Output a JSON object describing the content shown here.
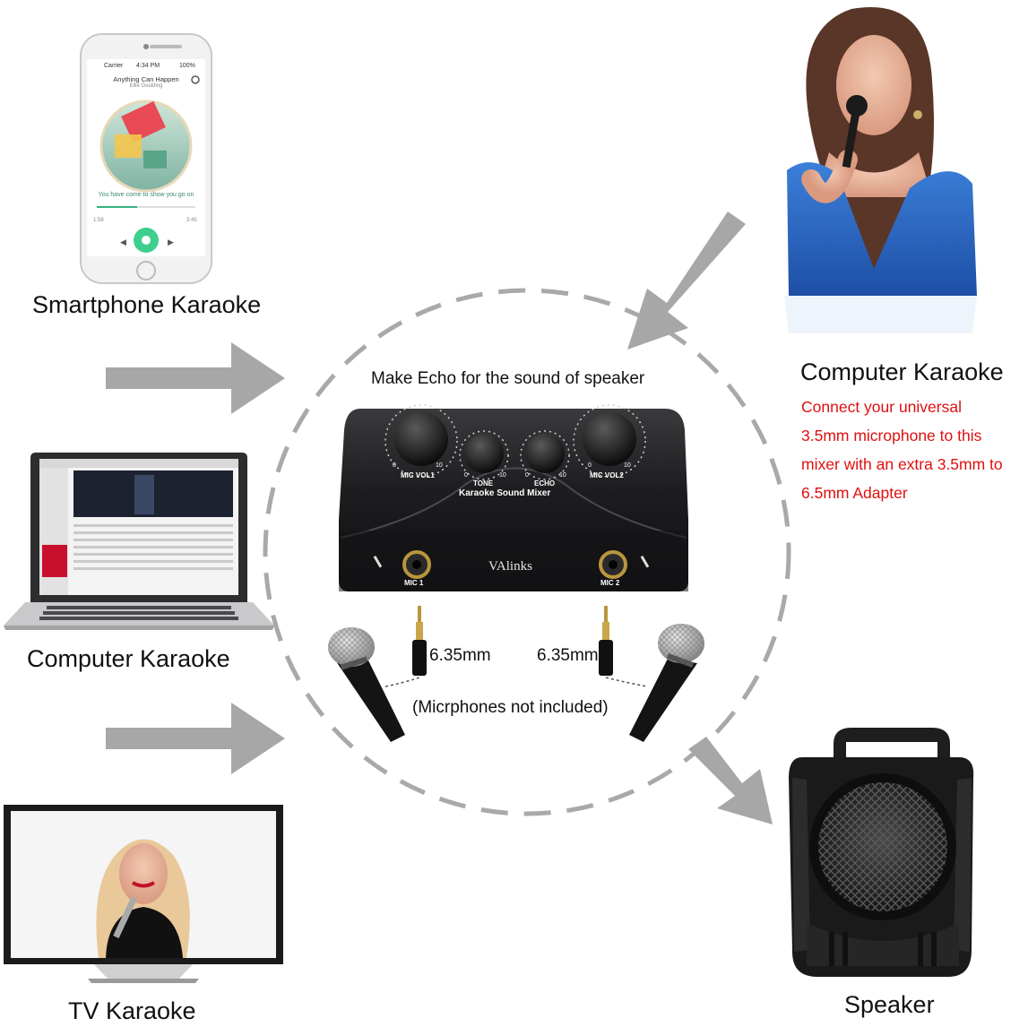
{
  "sources": {
    "smartphone": {
      "label": "Smartphone Karaoke",
      "phone": {
        "carrier": "Carrier",
        "time": "4:34 PM",
        "battery": "100%",
        "song_title": "Anything Can Happen",
        "song_artist": "Ellie Goulding",
        "lyric_line": "You have come to show you go on",
        "elapsed": "1:58",
        "remaining": "3:45"
      }
    },
    "computer": {
      "label": "Computer Karaoke"
    },
    "tv": {
      "label": "TV Karaoke"
    }
  },
  "singer": {
    "label": "Computer Karaoke",
    "note": [
      "Connect your universal",
      "3.5mm microphone to this",
      "mixer with an extra 3.5mm to",
      "6.5mm Adapter"
    ]
  },
  "mixer": {
    "caption": "Make Echo for the sound of speaker",
    "title": "Karaoke Sound Mixer",
    "brand": "VAlinks",
    "knobs": [
      "MIC VOL1",
      "TONE",
      "ECHO",
      "MIC VOL2"
    ],
    "scale_min": "0",
    "scale_max": "10",
    "ports": [
      "MIC 1",
      "MIC 2"
    ]
  },
  "plugs": {
    "left": "6.35mm",
    "right": "6.35mm"
  },
  "mic_note": "(Micrphones not included)",
  "output": {
    "label": "Speaker"
  },
  "colors": {
    "arrow": "#a7a7a7",
    "note": "#e01010",
    "mixer_body": "#1c1c1e"
  }
}
